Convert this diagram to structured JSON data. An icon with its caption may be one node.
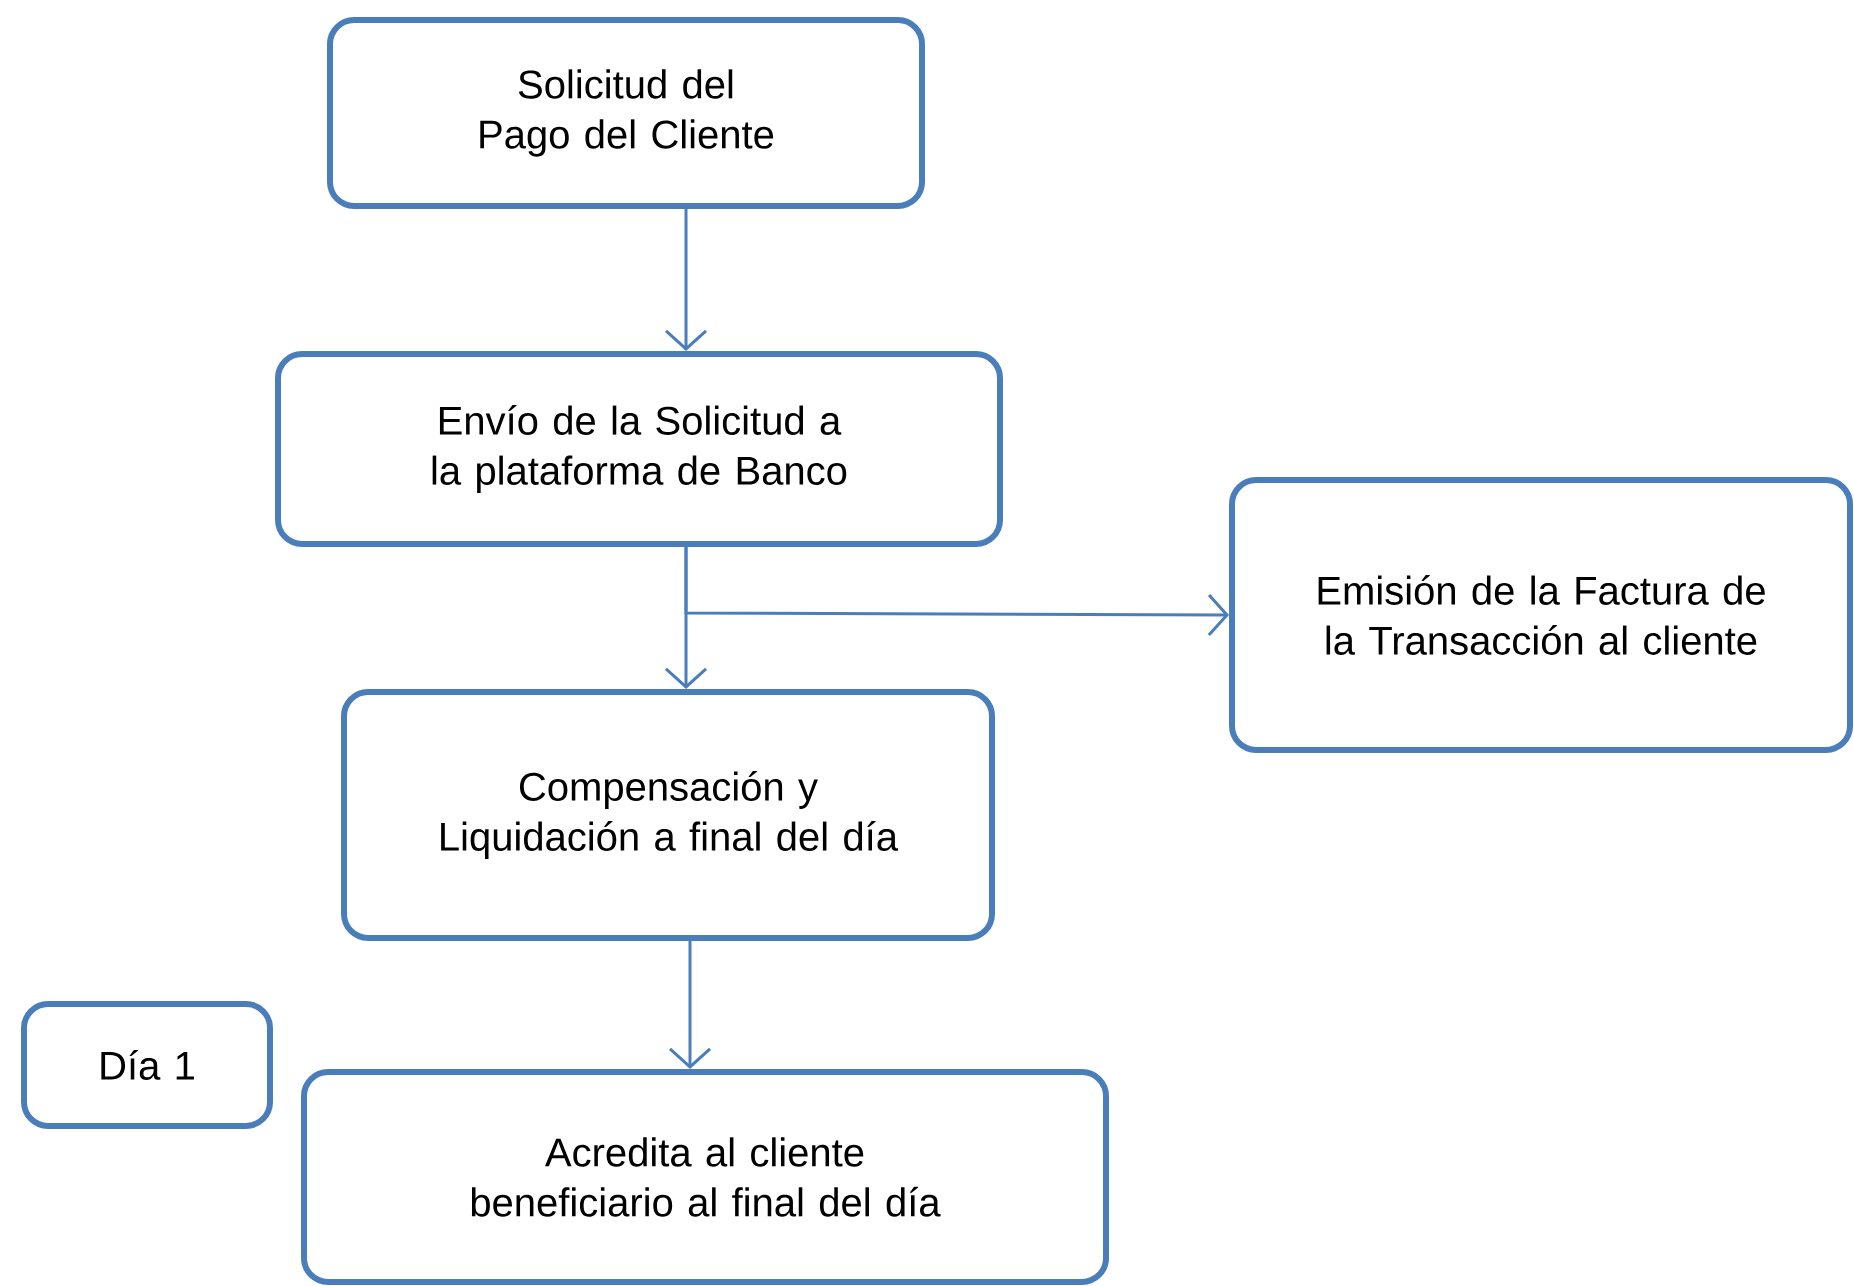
{
  "diagram": {
    "nodes": [
      {
        "text": [
          "Solicitud del Pago del Cliente"
        ]
      },
      {
        "text": [
          "Envío de la Solicitud a la plataforma de Banco"
        ]
      },
      {
        "text": [
          "Emisión de la Factura de la Transacción al cliente"
        ]
      },
      {
        "text": [
          "Compensación y Liquidación a final del día"
        ]
      },
      {
        "text": [
          "Día 1"
        ]
      },
      {
        "text": [
          "Acredita al cliente beneficiario al final del día"
        ]
      }
    ],
    "edges": [
      {
        "from": 0,
        "to": 1,
        "arrow": "to"
      },
      {
        "from": 1,
        "to": 3,
        "arrow": "to"
      },
      {
        "from": 1,
        "to": 2,
        "arrow": "to"
      },
      {
        "from": 3,
        "to": 5,
        "arrow": "to"
      }
    ]
  }
}
